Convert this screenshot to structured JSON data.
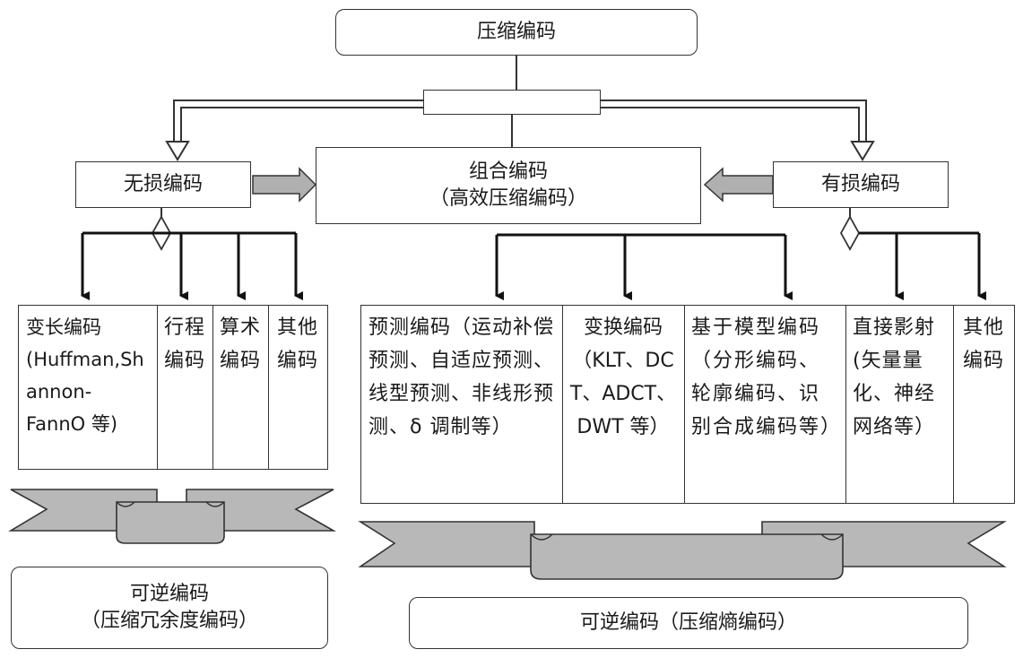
{
  "root": {
    "label": "压缩编码"
  },
  "splitter": {
    "label": ""
  },
  "combined": {
    "line1": "组合编码",
    "line2": "（高效压缩编码）"
  },
  "lossless": {
    "label": "无损编码"
  },
  "lossy": {
    "label": "有损编码"
  },
  "lossless_methods": [
    {
      "text": "变长编码(Huffman,Shannon-FannO 等)"
    },
    {
      "text": "行程编码"
    },
    {
      "text": "算术编码"
    },
    {
      "text": "其他编码"
    }
  ],
  "lossy_methods": [
    {
      "text": "预测编码（运动补偿预测、自适应预测、线型预测、非线形预测、δ 调制等）"
    },
    {
      "text": "变换编码（KLT、DCT、ADCT、DWT 等）"
    },
    {
      "text": "基于模型编码（分形编码、轮廓编码、识别合成编码等）"
    },
    {
      "text": "直接影射(矢量量化、神经网络等）"
    },
    {
      "text": "其他编码"
    }
  ],
  "reversible_left": {
    "line1": "可逆编码",
    "line2": "（压缩冗余度编码）"
  },
  "reversible_right": {
    "label": "可逆编码（压缩熵编码）"
  },
  "colors": {
    "stroke": "#333333",
    "ribbon": "#b8b8b8",
    "arrow_fill": "#b0b0b0"
  }
}
